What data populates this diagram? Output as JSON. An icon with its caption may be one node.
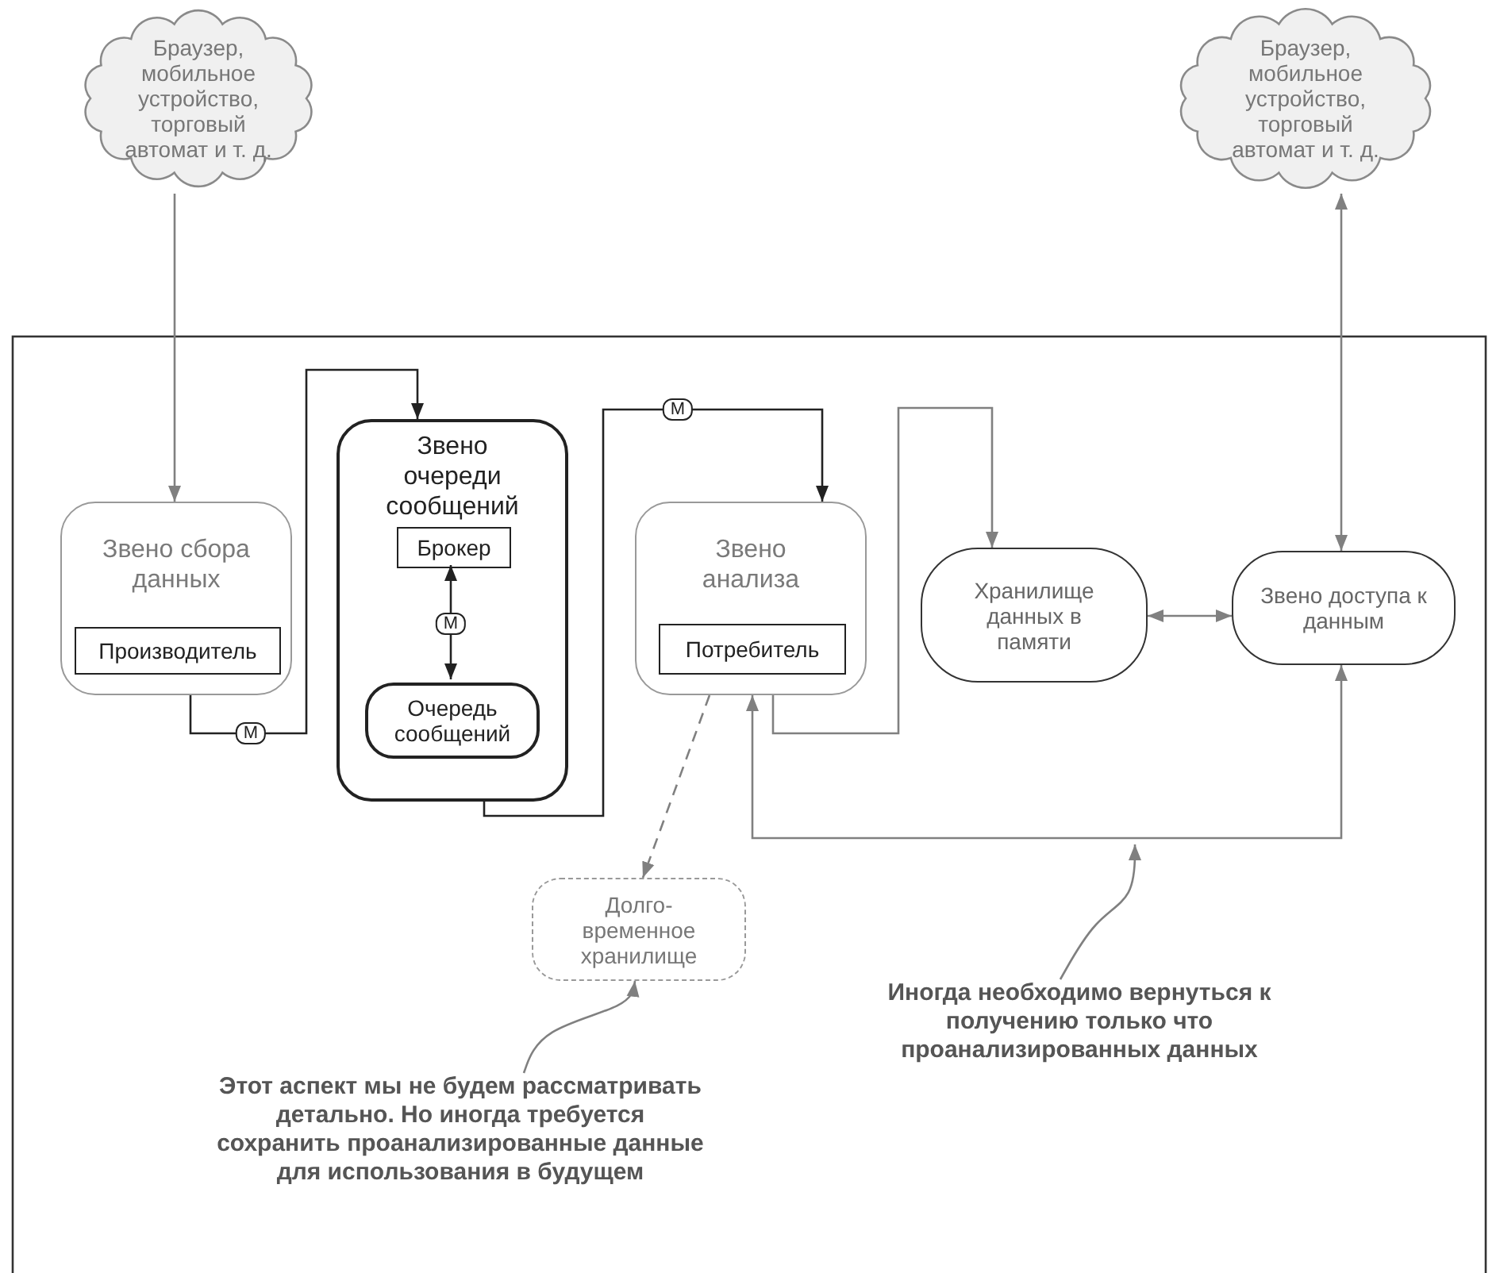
{
  "diagram": {
    "nodes": [
      {
        "text": [
          "Браузер, мобильное устройство, торговый автомат и т. д."
        ]
      },
      {
        "text": [
          "Браузер, мобильное устройство, торговый автомат и т. д."
        ]
      },
      {
        "text": [
          "Звено сбора данных"
        ]
      },
      {
        "text": [
          "Производитель"
        ],
        "in": 2
      },
      {
        "text": [
          "Звено очереди сообщений"
        ]
      },
      {
        "text": [
          "Брокер"
        ],
        "in": 4
      },
      {
        "text": [
          "Очередь сообщений"
        ],
        "in": 4
      },
      {
        "text": [
          "Звено анализа"
        ]
      },
      {
        "text": [
          "Потребитель"
        ],
        "in": 7
      },
      {
        "text": [
          "Хранилище данных в памяти"
        ]
      },
      {
        "text": [
          "Звено доступа к данным"
        ]
      },
      {
        "text": [
          "Долго- временное хранилище"
        ]
      },
      {
        "text": [
          "Этот аспект мы не будем рассматривать детально. Но иногда требуется сохранить проанализированные данные для использования в будущем"
        ]
      },
      {
        "text": [
          "Иногда необходимо вернуться к получению только что проанализированных данных"
        ]
      }
    ],
    "edges": [
      {
        "from": 0,
        "to": 2,
        "arrow": "to"
      },
      {
        "from": 2,
        "to": 4,
        "arrow": "to",
        "label": "М",
        "color": "#222222"
      },
      {
        "from": 5,
        "to": 6,
        "arrow": "both",
        "label": "М",
        "color": "#222222"
      },
      {
        "from": 4,
        "to": 7,
        "arrow": "to",
        "label": "М",
        "color": "#222222"
      },
      {
        "from": 7,
        "to": 9,
        "arrow": "to"
      },
      {
        "from": 9,
        "to": 10,
        "arrow": "both"
      },
      {
        "from": 1,
        "to": 10,
        "arrow": "both"
      },
      {
        "from": 7,
        "to": 10,
        "arrow": "both"
      },
      {
        "from": 7,
        "to": 11,
        "arrow": "to",
        "style": "dashed"
      },
      {
        "from": 12,
        "to": 11,
        "arrow": "to"
      },
      {
        "from": 13,
        "to": null,
        "arrow": "to"
      }
    ]
  }
}
